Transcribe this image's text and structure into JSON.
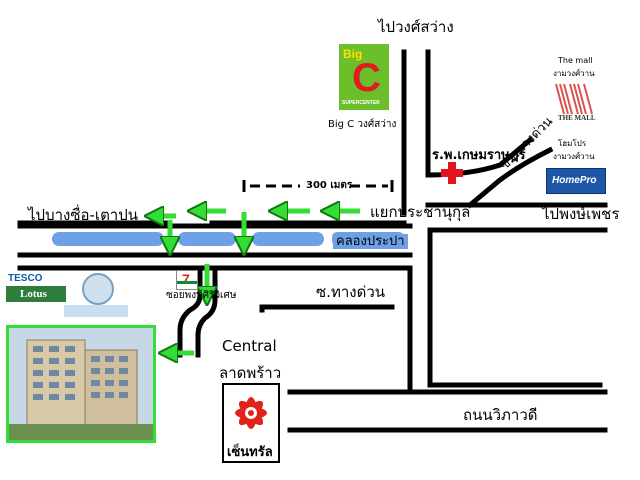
{
  "roads": {
    "north": "ไปวงศ์สว่าง",
    "west": "ไปบางซื่อ-เตาปูน",
    "junction": "แยกประชานุกุล",
    "east": "ไปพงษ์เพชร",
    "soi_left": "ซอยพงษ์ศิริวิเศษ",
    "soi_right": "ซ.บทางด่วน",
    "soi_diag": "ซ.ทางด่วน",
    "vibhavadi": "ถนนวิภาวดี"
  },
  "canal": "คลองประปา",
  "distance": "300 เมตร",
  "landmarks": {
    "bigc_caption": "Big C วงศ์สว่าง",
    "bigc_logo_big": "Big",
    "bigc_logo_c": "C",
    "bigc_logo_sub": "SUPERCENTER",
    "hospital": "ร.พ.เกษมราษฎร์",
    "mall_line1": "The mall",
    "mall_line2": "งามวงศ์วาน",
    "mall_logo_text": "THE MALL",
    "homepro_line1": "โฮมโปร",
    "homepro_line2": "งามวงศ์วาน",
    "homepro_logo": "HomePro",
    "central_line1": "Central",
    "central_line2": "ลาดพร้าว",
    "central_logo_text": "เซ็นทรัล",
    "tesco_line1": "TESCO",
    "tesco_line2": "Lotus",
    "seven_eleven": "7"
  },
  "colors": {
    "road": "#000000",
    "canal": "#6ea0e6",
    "arrow": "#33dd33",
    "bigc_green": "#6cbf2a",
    "bigc_yellow": "#ffe000",
    "bigc_red": "#e11b22",
    "hospital_red": "#e1141b",
    "central_red": "#e2231a",
    "homepro_blue": "#1c57a8",
    "tesco_green": "#2f7d3a"
  }
}
